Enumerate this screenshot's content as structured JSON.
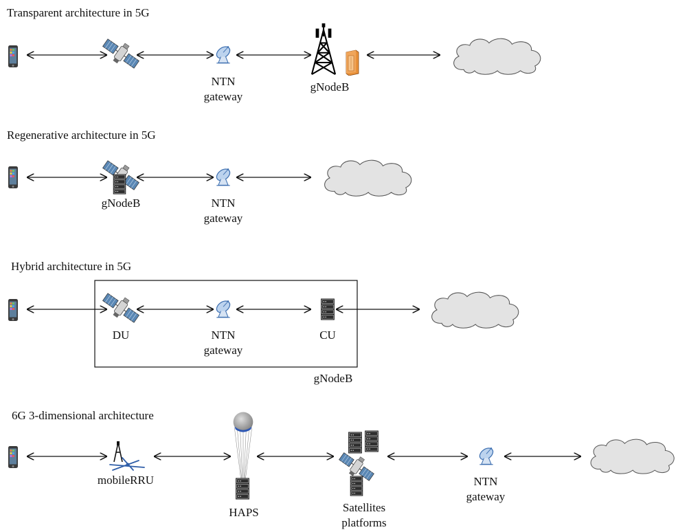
{
  "sections": [
    {
      "title": "Transparent architecture in 5G",
      "labels": {
        "gateway": "NTN\ngateway",
        "gnodeb": "gNodeB"
      }
    },
    {
      "title": "Regenerative architecture in 5G",
      "labels": {
        "satellite": "gNodeB",
        "gateway": "NTN\ngateway"
      }
    },
    {
      "title": "Hybrid architecture in 5G",
      "labels": {
        "du": "DU",
        "gateway": "NTN\ngateway",
        "cu": "CU",
        "box": "gNodeB"
      }
    },
    {
      "title": "6G 3-dimensional architecture",
      "labels": {
        "rru": "mobileRRU",
        "haps": "HAPS",
        "satellites": "Satellites\nplatforms",
        "gateway": "NTN\ngateway"
      }
    }
  ],
  "icons": [
    "phone-icon",
    "satellite-icon",
    "satellite-dish-icon",
    "cell-tower-icon",
    "base-station-cabinet-icon",
    "server-rack-icon",
    "cloud-icon",
    "balloon-icon",
    "mobile-rru-icon"
  ],
  "colors": {
    "cloud_fill": "#e3e3e3",
    "cabinet": "#e8913a",
    "dish": "#5b8fd6",
    "line": "#111111"
  }
}
